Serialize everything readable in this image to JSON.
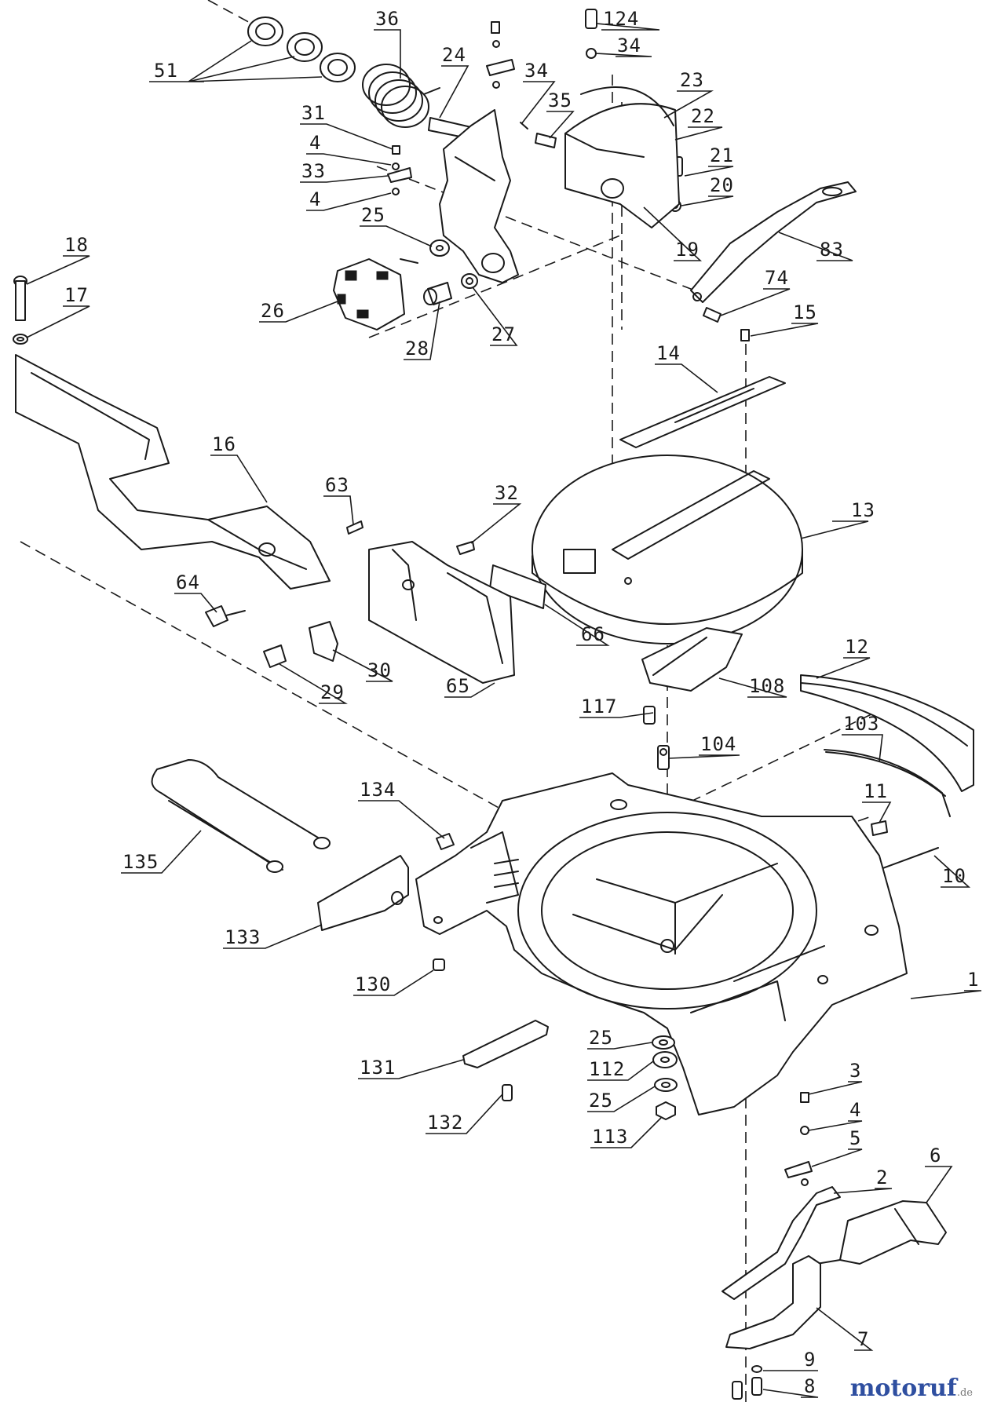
{
  "diagram": {
    "callouts": [
      {
        "id": "c51",
        "label": "51"
      },
      {
        "id": "c36",
        "label": "36"
      },
      {
        "id": "c24",
        "label": "24"
      },
      {
        "id": "c124",
        "label": "124"
      },
      {
        "id": "c34a",
        "label": "34"
      },
      {
        "id": "c34b",
        "label": "34"
      },
      {
        "id": "c35",
        "label": "35"
      },
      {
        "id": "c23",
        "label": "23"
      },
      {
        "id": "c22",
        "label": "22"
      },
      {
        "id": "c31",
        "label": "31"
      },
      {
        "id": "c4a",
        "label": "4"
      },
      {
        "id": "c33",
        "label": "33"
      },
      {
        "id": "c4b",
        "label": "4"
      },
      {
        "id": "c21",
        "label": "21"
      },
      {
        "id": "c20",
        "label": "20"
      },
      {
        "id": "c25a",
        "label": "25"
      },
      {
        "id": "c19",
        "label": "19"
      },
      {
        "id": "c83",
        "label": "83"
      },
      {
        "id": "c18",
        "label": "18"
      },
      {
        "id": "c17",
        "label": "17"
      },
      {
        "id": "c26",
        "label": "26"
      },
      {
        "id": "c28",
        "label": "28"
      },
      {
        "id": "c27",
        "label": "27"
      },
      {
        "id": "c74",
        "label": "74"
      },
      {
        "id": "c15",
        "label": "15"
      },
      {
        "id": "c14",
        "label": "14"
      },
      {
        "id": "c16",
        "label": "16"
      },
      {
        "id": "c63",
        "label": "63"
      },
      {
        "id": "c32",
        "label": "32"
      },
      {
        "id": "c13",
        "label": "13"
      },
      {
        "id": "c64",
        "label": "64"
      },
      {
        "id": "c66",
        "label": "66"
      },
      {
        "id": "c30",
        "label": "30"
      },
      {
        "id": "c29",
        "label": "29"
      },
      {
        "id": "c65",
        "label": "65"
      },
      {
        "id": "c12",
        "label": "12"
      },
      {
        "id": "c108",
        "label": "108"
      },
      {
        "id": "c117",
        "label": "117"
      },
      {
        "id": "c103",
        "label": "103"
      },
      {
        "id": "c104",
        "label": "104"
      },
      {
        "id": "c134",
        "label": "134"
      },
      {
        "id": "c11",
        "label": "11"
      },
      {
        "id": "c135",
        "label": "135"
      },
      {
        "id": "c10",
        "label": "10"
      },
      {
        "id": "c133",
        "label": "133"
      },
      {
        "id": "c1",
        "label": "1"
      },
      {
        "id": "c130",
        "label": "130"
      },
      {
        "id": "c25b",
        "label": "25"
      },
      {
        "id": "c112",
        "label": "112"
      },
      {
        "id": "c131",
        "label": "131"
      },
      {
        "id": "c25c",
        "label": "25"
      },
      {
        "id": "c3",
        "label": "3"
      },
      {
        "id": "c132",
        "label": "132"
      },
      {
        "id": "c113",
        "label": "113"
      },
      {
        "id": "c4c",
        "label": "4"
      },
      {
        "id": "c5",
        "label": "5"
      },
      {
        "id": "c6",
        "label": "6"
      },
      {
        "id": "c2",
        "label": "2"
      },
      {
        "id": "c7",
        "label": "7"
      },
      {
        "id": "c9",
        "label": "9"
      },
      {
        "id": "c8",
        "label": "8"
      }
    ]
  },
  "watermark": {
    "brand": "motoruf",
    "tld": ".de",
    "brand_color": "#2f4fa0"
  }
}
